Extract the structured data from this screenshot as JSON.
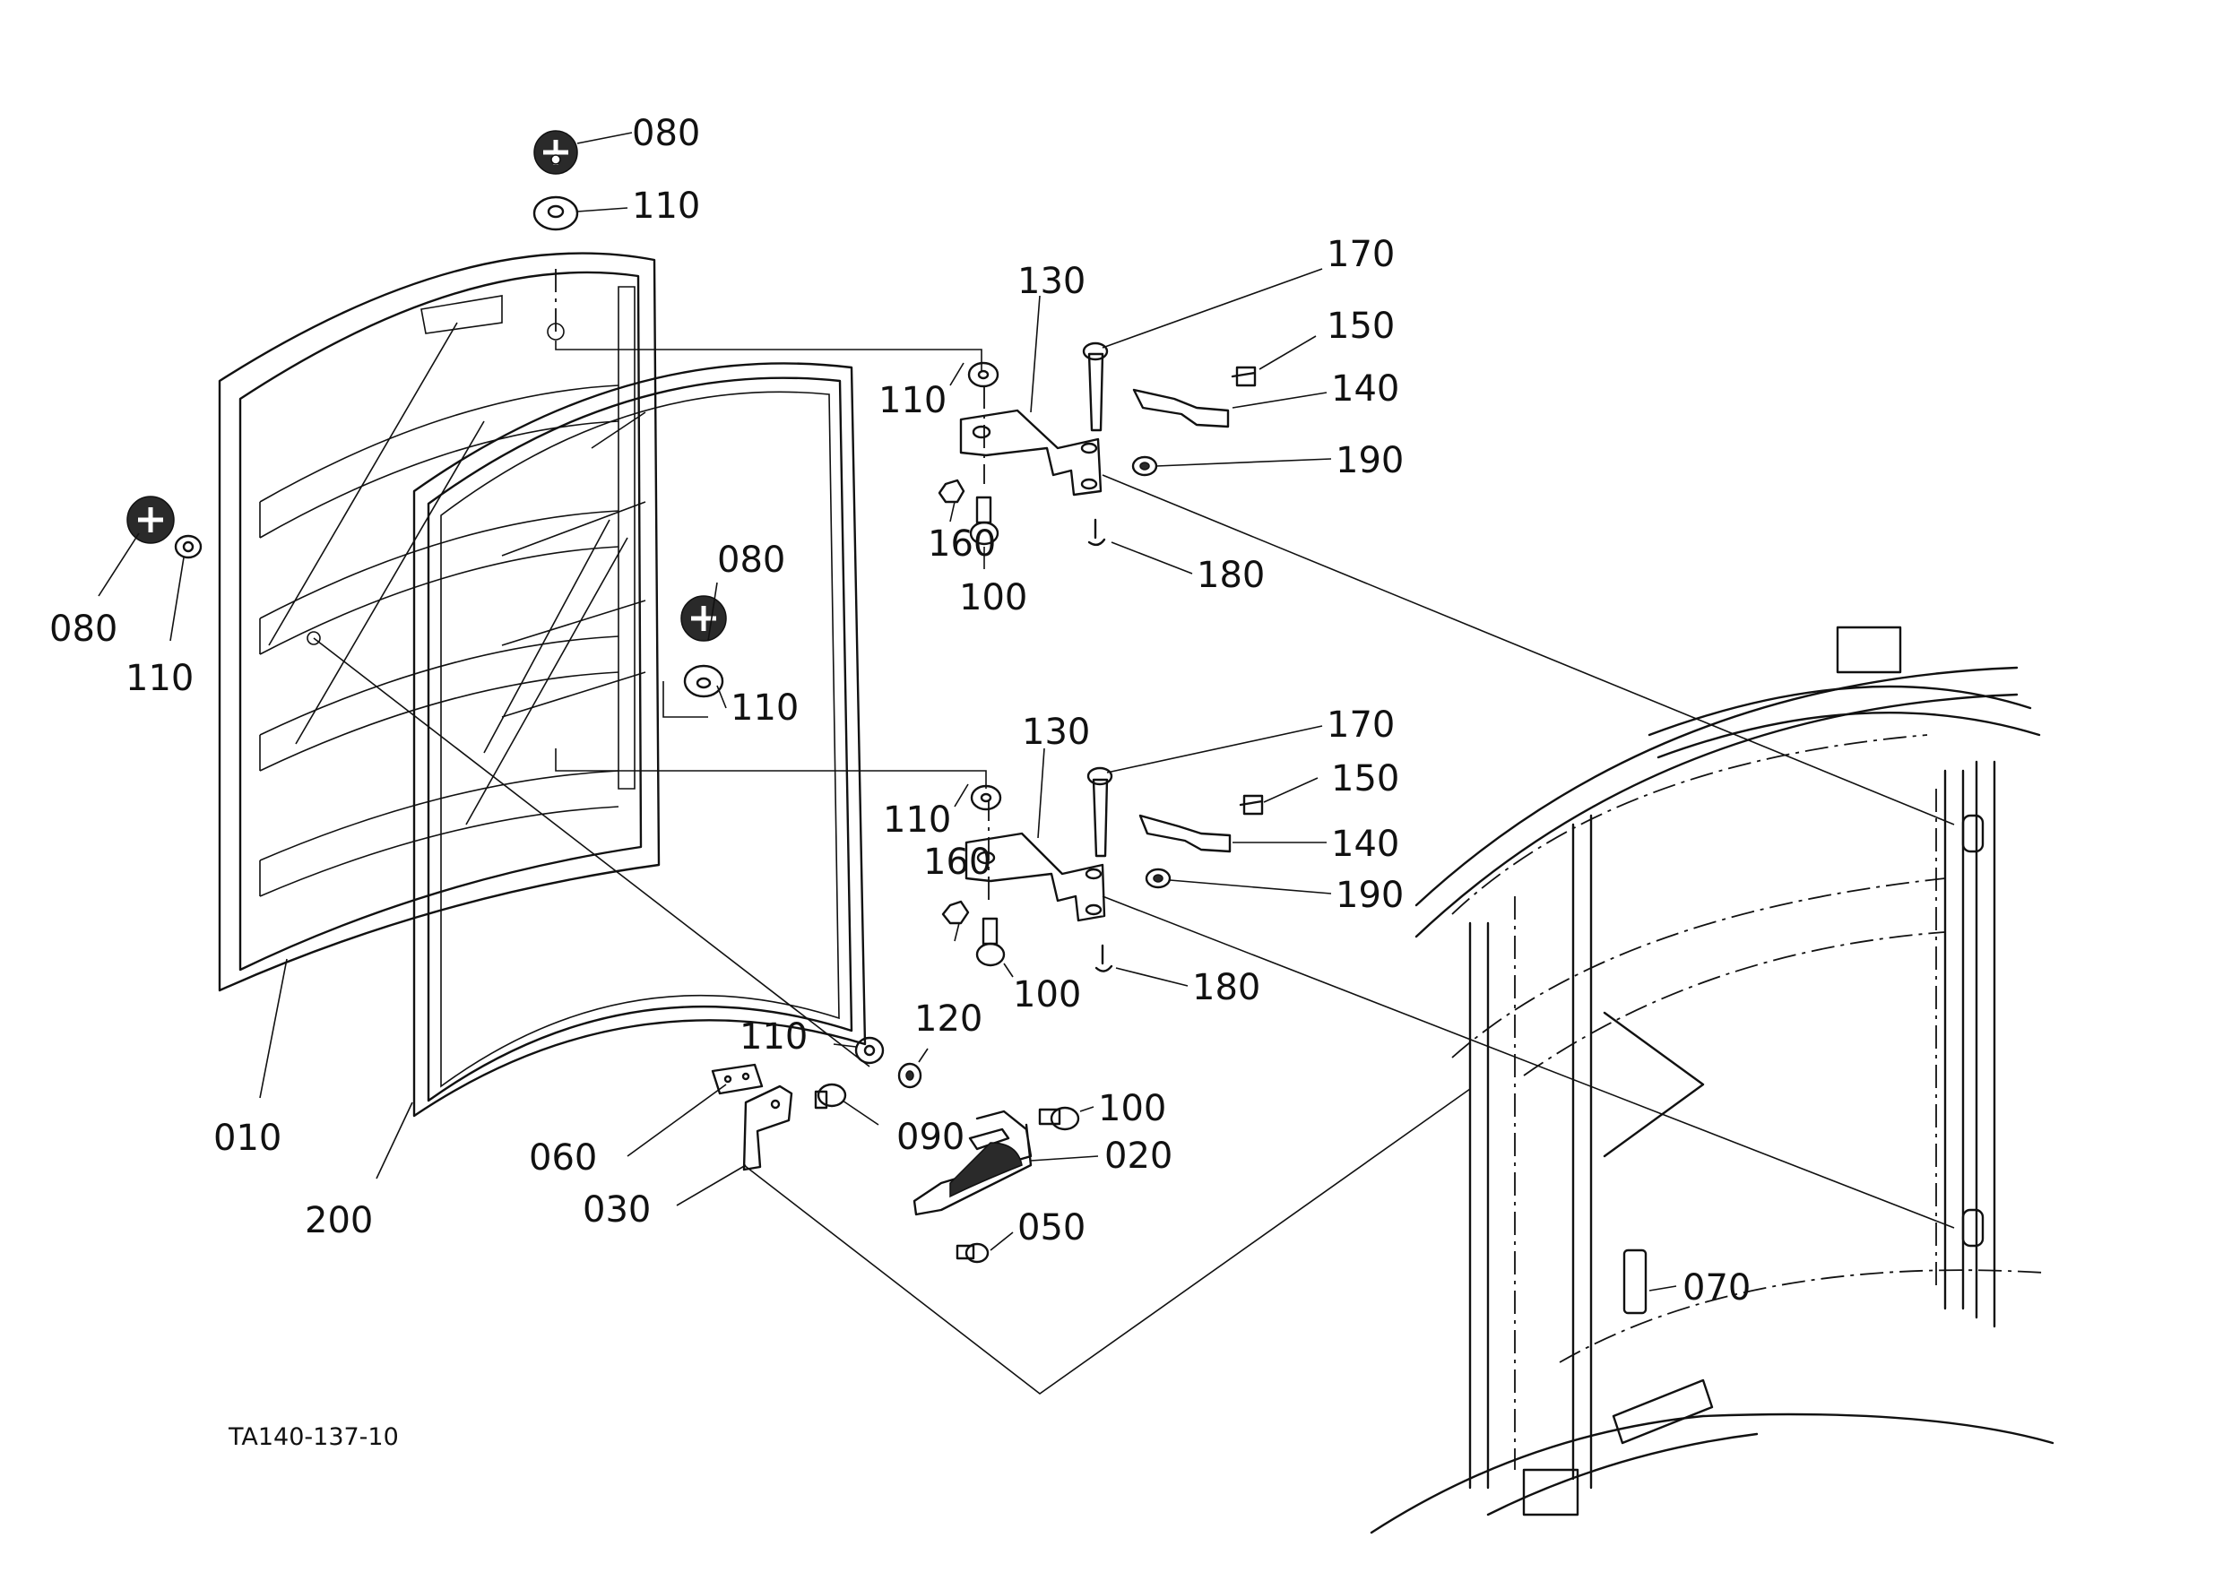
{
  "drawing_ref": "TA140-137-10",
  "labels": {
    "c010": "010",
    "c020": "020",
    "c030": "030",
    "c050": "050",
    "c060": "060",
    "c070": "070",
    "c080": "080",
    "c090": "090",
    "c100": "100",
    "c110": "110",
    "c120": "120",
    "c130": "130",
    "c140": "140",
    "c150": "150",
    "c160": "160",
    "c170": "170",
    "c180": "180",
    "c190": "190",
    "c200": "200"
  }
}
